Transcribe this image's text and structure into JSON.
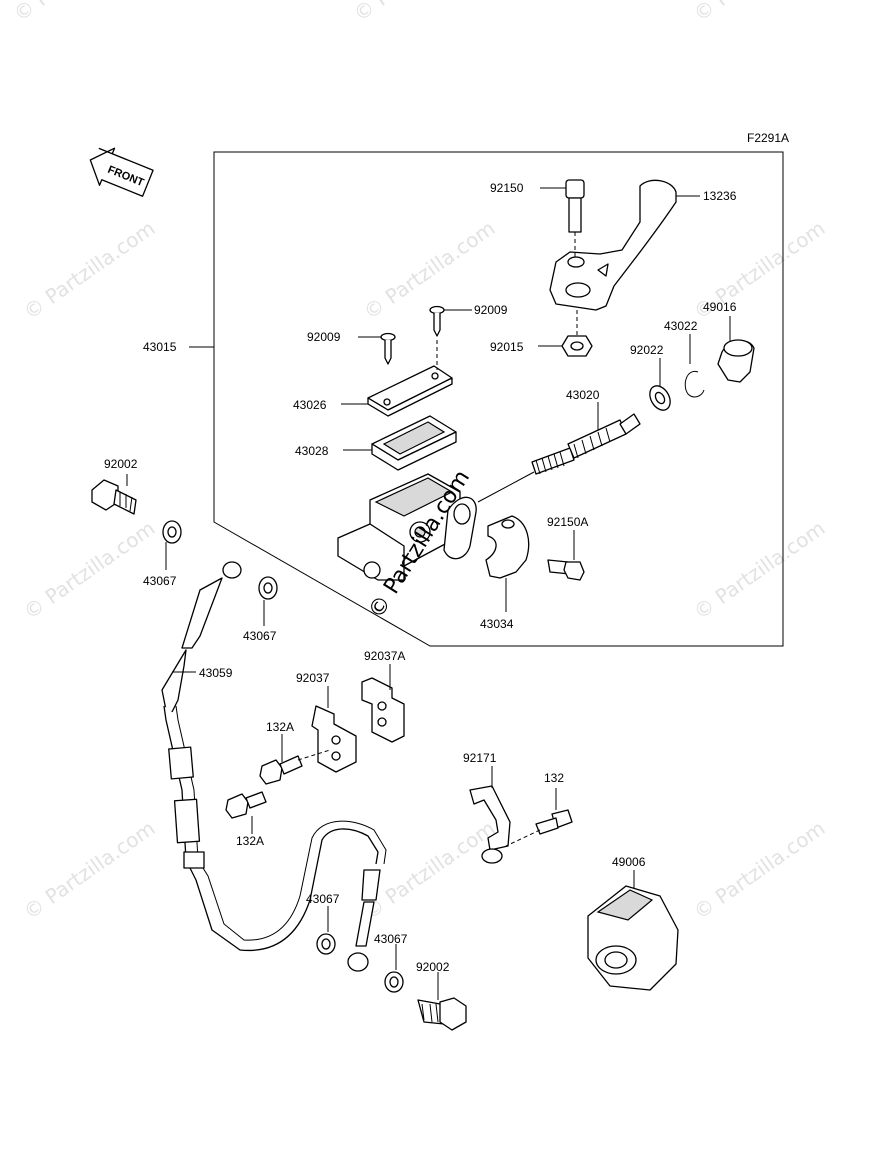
{
  "figure_code": "F2291A",
  "front_label": "FRONT",
  "watermark": "© Partzilla.com",
  "center_watermark": "© Partzilla.com",
  "colors": {
    "line": "#000000",
    "watermark": "#e2e2e2",
    "background": "#ffffff"
  },
  "labels": {
    "p92150": "92150",
    "p13236": "13236",
    "p92009a": "92009",
    "p92009b": "92009",
    "p49016": "49016",
    "p43015": "43015",
    "p43022": "43022",
    "p92015": "92015",
    "p92022": "92022",
    "p43020": "43020",
    "p43026": "43026",
    "p43028": "43028",
    "p92002a": "92002",
    "p92150A": "92150A",
    "p43067a": "43067",
    "p43067b": "43067",
    "p43034": "43034",
    "p92037": "92037",
    "p92037A": "92037A",
    "p43059": "43059",
    "p132Aa": "132A",
    "p132Ab": "132A",
    "p92171": "92171",
    "p132": "132",
    "p49006": "49006",
    "p43067c": "43067",
    "p43067d": "43067",
    "p92002b": "92002"
  }
}
